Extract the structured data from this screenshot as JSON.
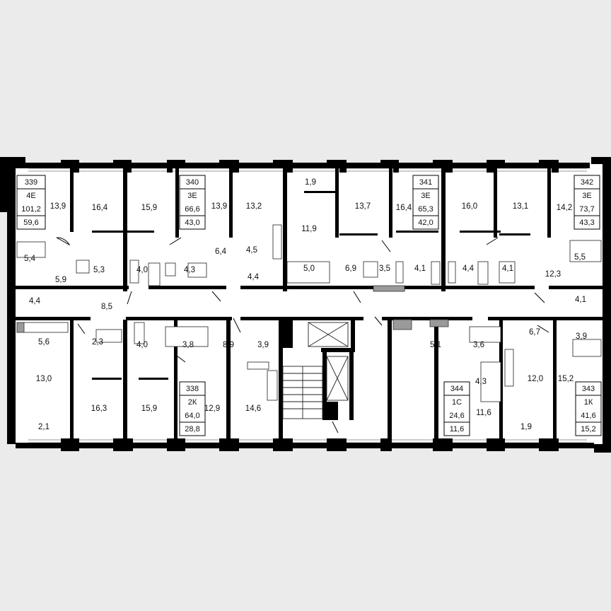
{
  "background_color": "#ebebeb",
  "plan_color": "#ffffff",
  "wall_color": "#000000",
  "apartments": [
    {
      "number": "339",
      "type": "4Е",
      "total_area": "101,2",
      "living_area": "59,6"
    },
    {
      "number": "340",
      "type": "3Е",
      "total_area": "66,6",
      "living_area": "43,0"
    },
    {
      "number": "341",
      "type": "3Е",
      "total_area": "65,3",
      "living_area": "42,0"
    },
    {
      "number": "342",
      "type": "3Е",
      "total_area": "73,7",
      "living_area": "43,3"
    },
    {
      "number": "338",
      "type": "2К",
      "total_area": "64,0",
      "living_area": "28,8"
    },
    {
      "number": "344",
      "type": "1С",
      "total_area": "24,6",
      "living_area": "11,6"
    },
    {
      "number": "343",
      "type": "1К",
      "total_area": "41,6",
      "living_area": "15,2"
    }
  ],
  "room_areas": [
    "13,9",
    "16,4",
    "15,9",
    "13,9",
    "13,2",
    "1,9",
    "11,9",
    "13,7",
    "16,4",
    "16,0",
    "13,1",
    "14,2",
    "5,4",
    "5,9",
    "5,3",
    "4,0",
    "4,3",
    "6,4",
    "4,5",
    "4,4",
    "5,0",
    "6,9",
    "3,5",
    "4,1",
    "4,4",
    "4,1",
    "12,3",
    "5,5",
    "4,4",
    "8,5",
    "4,1",
    "5,6",
    "2,3",
    "4,0",
    "3,8",
    "8,9",
    "3,9",
    "5,1",
    "3,6",
    "6,7",
    "3,9",
    "13,0",
    "16,3",
    "15,9",
    "12,9",
    "14,6",
    "4,3",
    "11,6",
    "12,0",
    "15,2",
    "2,1",
    "1,9"
  ]
}
